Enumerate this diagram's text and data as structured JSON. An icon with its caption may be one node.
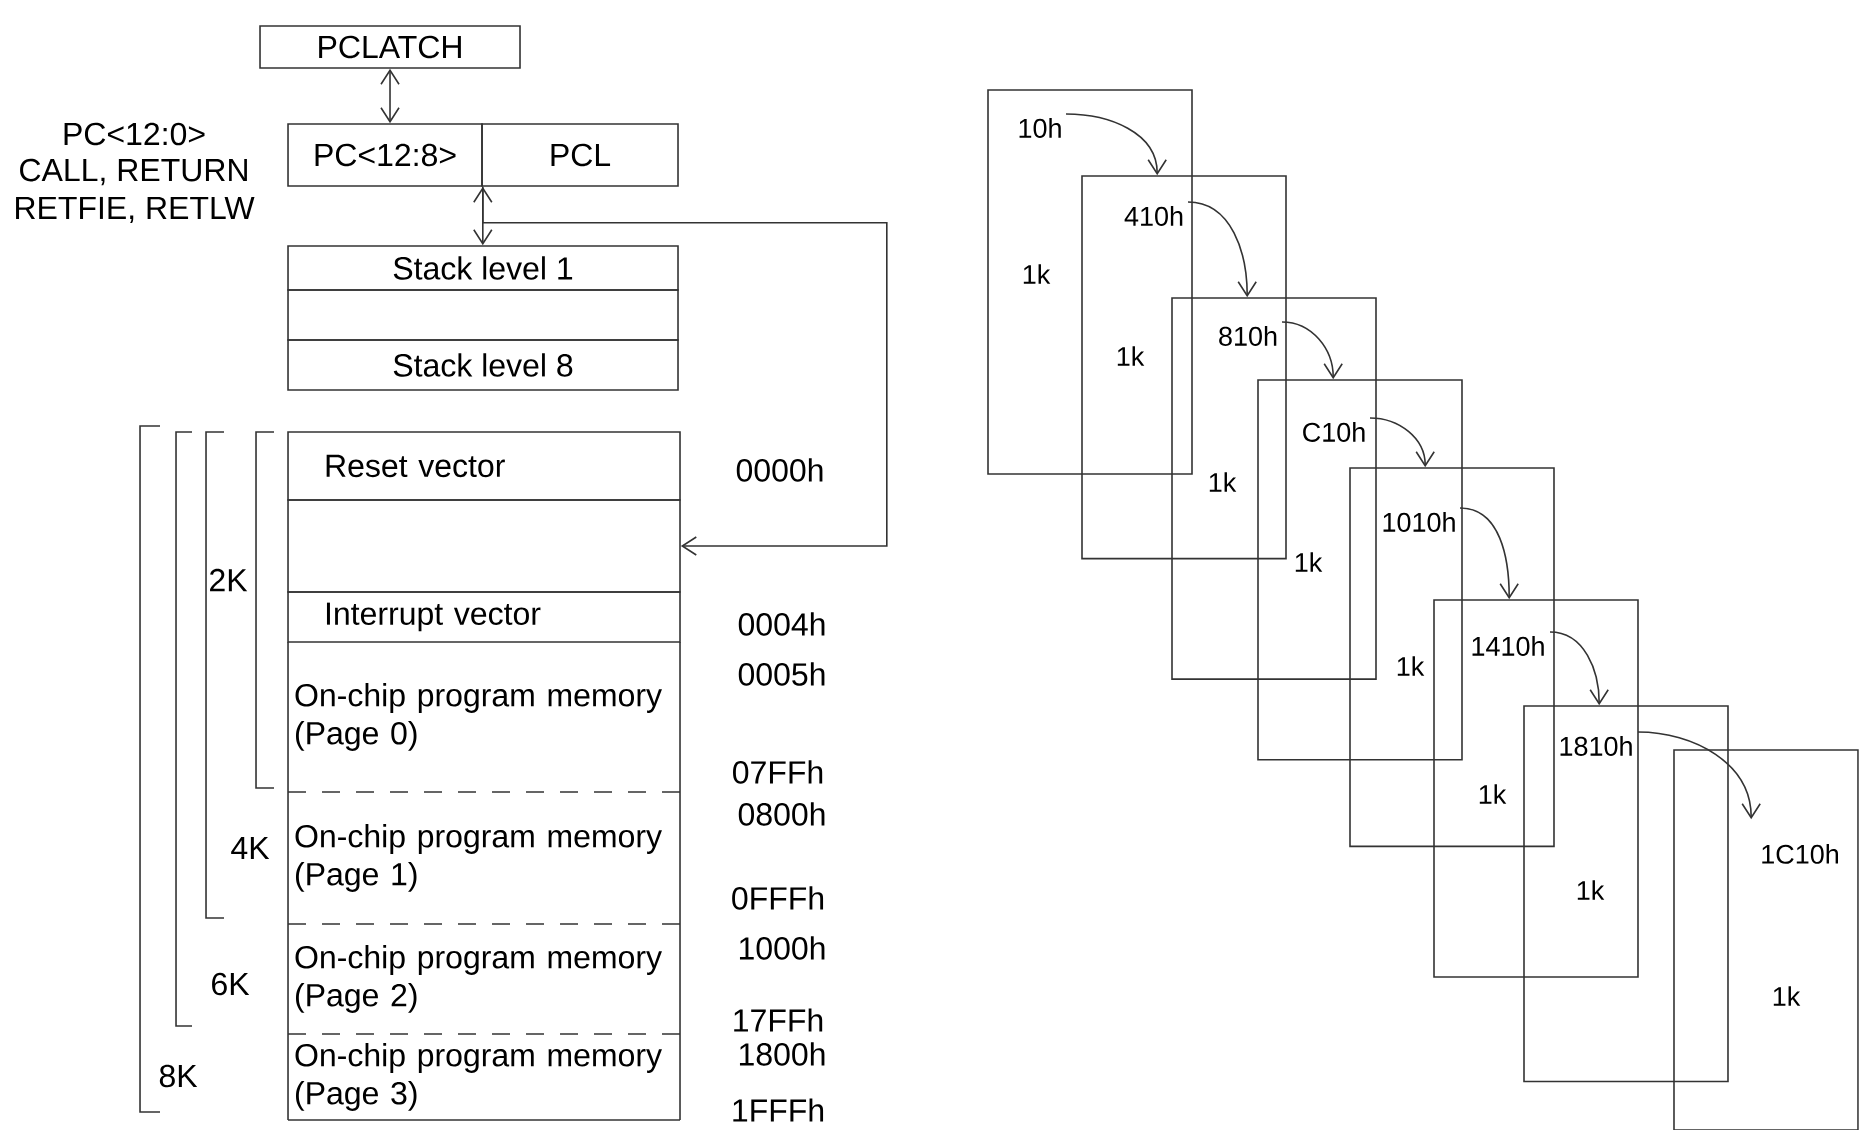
{
  "diagram": {
    "nodes": [
      {
        "text": [
          "PCLATCH"
        ]
      },
      {
        "text": [
          "PC<12:8>"
        ]
      },
      {
        "text": [
          "PCL"
        ]
      },
      {
        "text": [
          "Stack level 1"
        ]
      },
      {
        "text": [],
        "shape": "box"
      },
      {
        "text": [
          "Stack level 8"
        ]
      },
      {
        "text": [
          "Reset vector"
        ]
      },
      {
        "text": [],
        "shape": "box"
      },
      {
        "text": [
          "Interrupt vector"
        ]
      },
      {
        "text": [
          "On-chip program memory (Page 0)"
        ]
      },
      {
        "text": [
          "On-chip program memory (Page 1)"
        ]
      },
      {
        "text": [
          "On-chip program memory (Page 2)"
        ]
      },
      {
        "text": [
          "On-chip program memory (Page 3)"
        ]
      },
      {
        "text": [
          "10h",
          "1k"
        ]
      },
      {
        "text": [
          "410h",
          "1k"
        ]
      },
      {
        "text": [
          "810h",
          "1k"
        ]
      },
      {
        "text": [
          "C10h",
          "1k"
        ]
      },
      {
        "text": [
          "1010h",
          "1k"
        ]
      },
      {
        "text": [
          "1410h",
          "1k"
        ]
      },
      {
        "text": [
          "1810h",
          "1k"
        ]
      },
      {
        "text": [
          "1C10h",
          "1k"
        ]
      }
    ],
    "edges": [
      {
        "from": 0,
        "to": 1,
        "arrow": "both"
      },
      {
        "from": 1,
        "to": 3,
        "arrow": "both"
      },
      {
        "from": 1,
        "to": 7,
        "arrow": "to"
      },
      {
        "from": 13,
        "to": 14,
        "arrow": "to"
      },
      {
        "from": 14,
        "to": 15,
        "arrow": "to"
      },
      {
        "from": 15,
        "to": 16,
        "arrow": "to"
      },
      {
        "from": 16,
        "to": 17,
        "arrow": "to"
      },
      {
        "from": 17,
        "to": 18,
        "arrow": "to"
      },
      {
        "from": 18,
        "to": 19,
        "arrow": "to"
      },
      {
        "from": 19,
        "to": 20,
        "arrow": "to"
      }
    ],
    "labels": [
      "PC<12:0>",
      "CALL, RETURN",
      "RETFIE, RETLW",
      "0000h",
      "2K",
      "0004h",
      "0005h",
      "07FFh",
      "0800h",
      "4K",
      "0FFFh",
      "1000h",
      "6K",
      "17FFh",
      "1800h",
      "8K",
      "1FFFh"
    ]
  }
}
